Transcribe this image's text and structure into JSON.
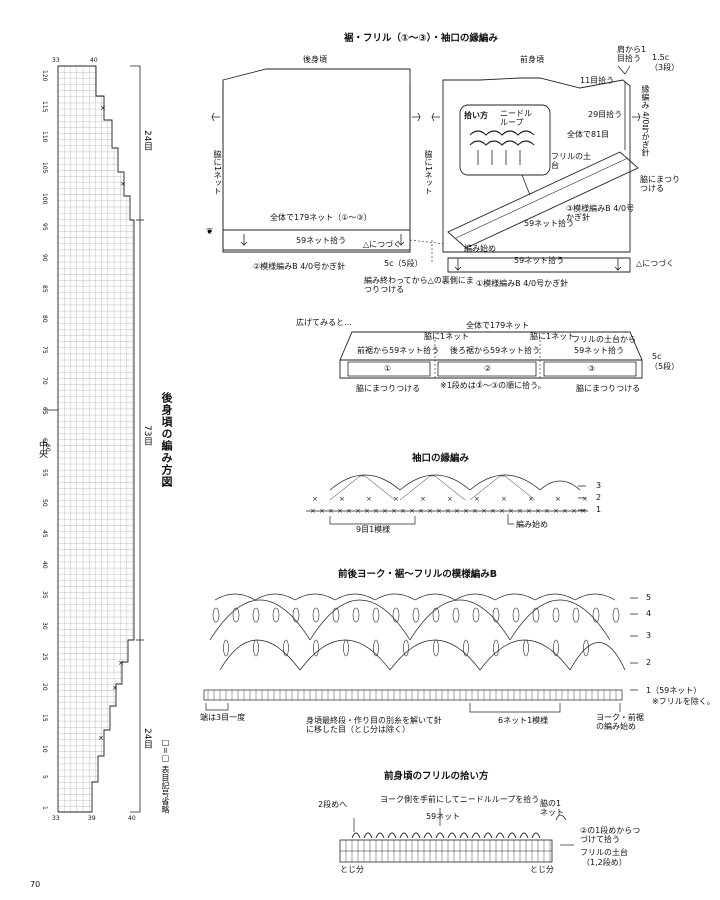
{
  "page_number": "70",
  "back_chart": {
    "title": "後身頃の編み方図",
    "center_label": "中央",
    "legend": "□=□ 表目記号省略",
    "top_stitch_left": "33",
    "top_stitch_right": "40",
    "bottom_stitch_left": "33",
    "bottom_stitch_right": "39",
    "bottom_stitch_far": "40",
    "center_stitch": "60",
    "rows_top": "24目",
    "rows_mid": "73目",
    "rows_bottom": "24目",
    "row_ticks": [
      "120",
      "115",
      "110",
      "105",
      "100",
      "95",
      "90",
      "85",
      "80",
      "75",
      "70",
      "65",
      "60",
      "55",
      "50",
      "45",
      "40",
      "35",
      "30",
      "25",
      "20",
      "15",
      "10",
      "5",
      "1"
    ]
  },
  "top_section": {
    "title": "裾・フリル（①〜③）・袖口の縁編み",
    "back_label": "後身頃",
    "front_label": "前身頃",
    "side_net_left": "脇に1ネット",
    "side_net_right": "脇に1ネット",
    "total_179": "全体で179ネット（①〜③）",
    "pick_59_back": "59ネット拾う",
    "continue": "△につづく",
    "pattern_b": "②模様編みB 4/0号かぎ針",
    "pick_method": "拾い方",
    "needle_loop": "ニードルループ",
    "frill_base": "フリルの土台",
    "sew_side": "脇にまつりつける",
    "from_shoulder": "肩から1目拾う",
    "c15": "1.5c",
    "rows3": "（3段）",
    "pick_11": "11目拾う",
    "pick_29": "29目拾う",
    "total_81": "全体で81目",
    "edging": "縁編み 4/0号かぎ針",
    "pattern_b3": "③模様編みB 4/0号かぎ針",
    "pick_59_front": "59ネット拾う",
    "start": "編み始め",
    "c5": "5c（5段）",
    "pick_59_bottom": "59ネット拾う",
    "continue2": "△につづく",
    "finish_sew": "編み終わってから△の裏側にまつりつける",
    "pattern_b1": "①模様編みB 4/0号かぎ針"
  },
  "spread": {
    "title": "広げてみると…",
    "total": "全体で179ネット",
    "side1": "脇に1ネット",
    "side2": "脇に1ネット",
    "front_hem": "前裾から59ネット拾う",
    "back_hem": "後ろ裾から59ネット拾う",
    "frill_from": "フリルの土台から",
    "pick_59": "59ネット拾う",
    "n1": "①",
    "n2": "②",
    "n3": "③",
    "c5": "5c",
    "rows5": "（5段）",
    "sew_left": "脇にまつりつける",
    "note": "※1段めは①〜③の順に拾う。",
    "sew_right": "脇にまつりつける"
  },
  "cuff": {
    "title": "袖口の縁編み",
    "repeat": "9目1模様",
    "start": "編み始め",
    "rows": [
      "3",
      "2",
      "1"
    ]
  },
  "pattern_b": {
    "title": "前後ヨーク・裾〜フリルの模様編みB",
    "rows": [
      "5",
      "4",
      "3",
      "2"
    ],
    "row1": "1（59ネット）",
    "note_frill": "※フリルを除く。",
    "edge_once": "端は3目一度",
    "body_last": "身頃最終段・作り目の別糸を解いて針に移した目（とじ分は除く）",
    "repeat": "6ネット1模様",
    "yoke_start": "ヨーク・前裾の編み始め"
  },
  "frill_pick": {
    "title": "前身頃のフリルの拾い方",
    "to_row2": "2段めへ",
    "instruction": "ヨーク側を手前にしてニードルループを拾う",
    "nets": "59ネット",
    "side": "脇の1ネット",
    "from_row1": "②の1段めからつづけて拾う",
    "base": "フリルの土台",
    "base_rows": "（1,2段め）",
    "seam_left": "とじ分",
    "seam_right": "とじ分"
  }
}
